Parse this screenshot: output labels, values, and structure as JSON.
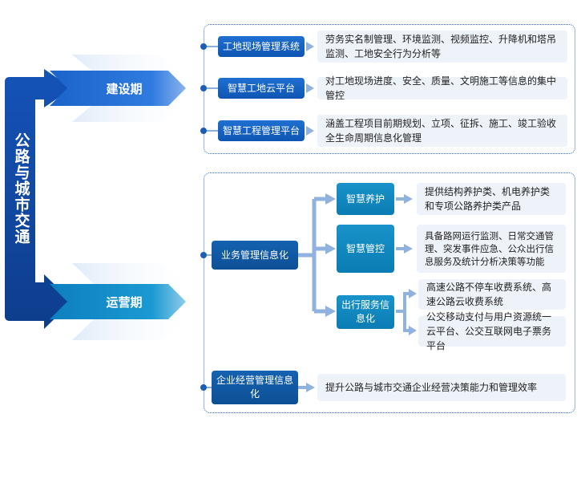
{
  "colors": {
    "primary_blue": "#1a5fb4",
    "dark_navy": "#0d3d8c",
    "teal": "#0f87c0",
    "light_box": "#eef2f9",
    "connector": "#8fb2df"
  },
  "title": "公路与城市交通",
  "phases": {
    "construction": "建设期",
    "operation": "运营期"
  },
  "construction_items": [
    {
      "label": "工地现场管理系统",
      "desc": "劳务实名制管理、环境监测、视频监控、升降机和塔吊监测、工地安全行为分析等"
    },
    {
      "label": "智慧工地云平台",
      "desc": "对工地现场进度、安全、质量、文明施工等信息的集中管控"
    },
    {
      "label": "智慧工程管理平台",
      "desc": "涵盖工程项目前期规划、立项、征拆、施工、竣工验收全生命周期信息化管理"
    }
  ],
  "operation": {
    "business": {
      "label": "业务管理信息化",
      "children": [
        {
          "label": "智慧养护",
          "desc": "提供结构养护类、机电养护类和专项公路养护类产品"
        },
        {
          "label": "智慧管控",
          "desc": "具备路网运行监测、日常交通管理、突发事件应急、公众出行信息服务及统计分析决策等功能"
        },
        {
          "label": "出行服务信息化",
          "descs": [
            "高速公路不停车收费系统、高速公路云收费系统",
            "公交移动支付与用户资源统一云平台、公交互联网电子票务平台"
          ]
        }
      ]
    },
    "enterprise": {
      "label": "企业经营管理信息化",
      "desc": "提升公路与城市交通企业经营决策能力和管理效率"
    }
  }
}
